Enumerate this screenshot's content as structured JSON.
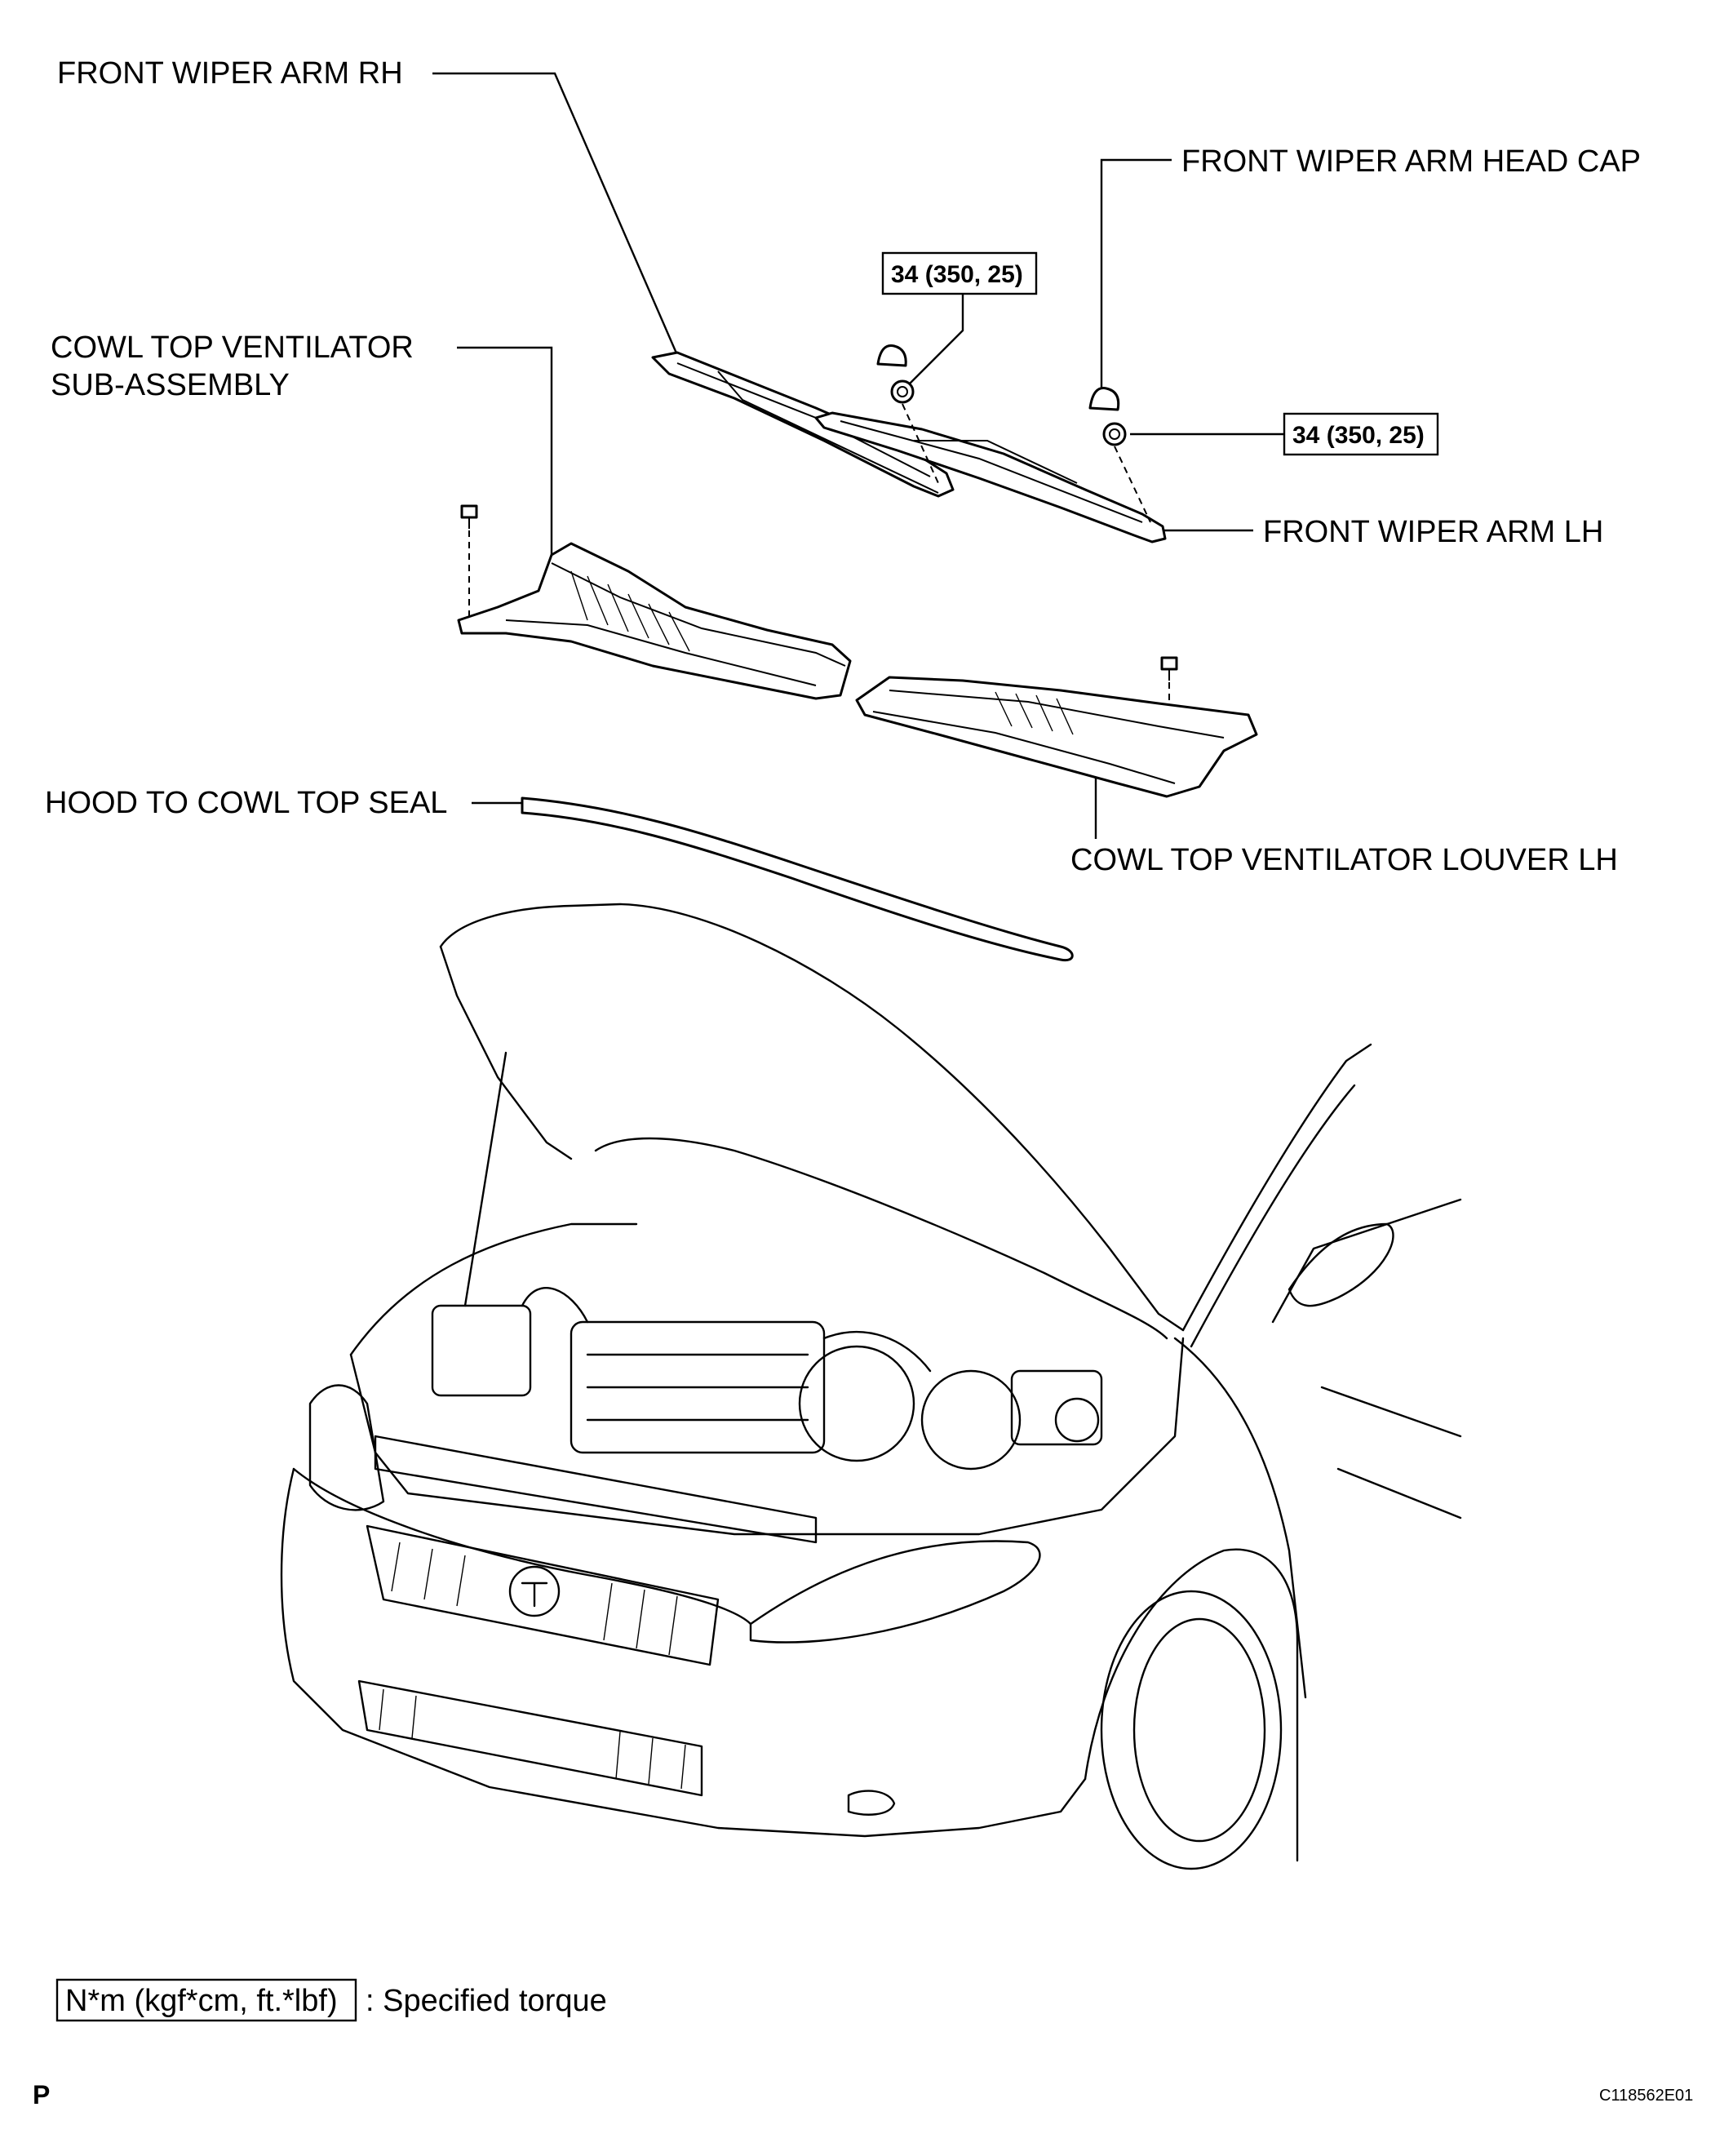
{
  "labels": {
    "front_wiper_arm_rh": "FRONT WIPER ARM RH",
    "front_wiper_arm_head_cap": "FRONT WIPER ARM HEAD CAP",
    "cowl_top_ventilator_line1": "COWL TOP VENTILATOR",
    "cowl_top_ventilator_line2": "SUB-ASSEMBLY",
    "front_wiper_arm_lh": "FRONT WIPER ARM LH",
    "hood_to_cowl_top_seal": "HOOD TO COWL TOP SEAL",
    "cowl_top_ventilator_louver_lh": "COWL TOP VENTILATOR LOUVER LH"
  },
  "torque_specs": {
    "rh_nut": "34 (350, 25)",
    "lh_nut": "34 (350, 25)"
  },
  "legend": {
    "unit_box": "N*m (kgf*cm, ft.*lbf)",
    "description": ": Specified torque"
  },
  "footer": {
    "left_mark": "P",
    "figure_code": "C118562E01"
  },
  "icons": [
    "wiper-arm-icon",
    "nut-icon",
    "head-cap-icon",
    "clip-icon",
    "cowl-panel-icon",
    "seal-icon",
    "car-front-icon"
  ]
}
